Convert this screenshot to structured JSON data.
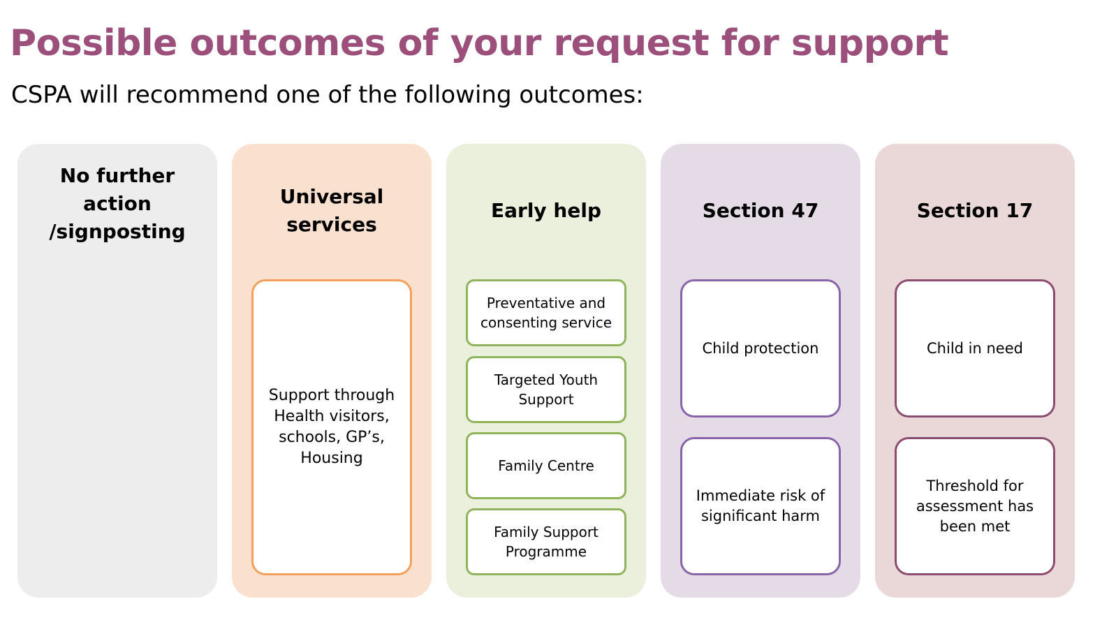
{
  "header": {
    "title": "Possible outcomes of your request for support",
    "subtitle": "CSPA will recommend one of the following outcomes:"
  },
  "colors": {
    "title": "#9b4f7a",
    "col1_bg": "#ededed",
    "col2_bg": "#fae1cf",
    "col2_border": "#f2a05a",
    "col3_bg": "#ebf0dc",
    "col3_border": "#8fb35a",
    "col4_bg": "#e4dbe7",
    "col4_border": "#8a64a8",
    "col5_bg": "#ead8d8",
    "col5_border": "#8c4c70"
  },
  "columns": [
    {
      "heading": "No further action /signposting",
      "boxes": []
    },
    {
      "heading": "Universal services",
      "boxes": [
        "Support through Health visitors, schools, GP’s, Housing"
      ]
    },
    {
      "heading": "Early help",
      "boxes": [
        "Preventative and consenting service",
        "Targeted Youth Support",
        "Family Centre",
        "Family Support Programme"
      ]
    },
    {
      "heading": "Section 47",
      "boxes": [
        "Child protection",
        "Immediate risk of significant harm"
      ]
    },
    {
      "heading": "Section 17",
      "boxes": [
        "Child in need",
        "Threshold for assessment has been met"
      ]
    }
  ]
}
